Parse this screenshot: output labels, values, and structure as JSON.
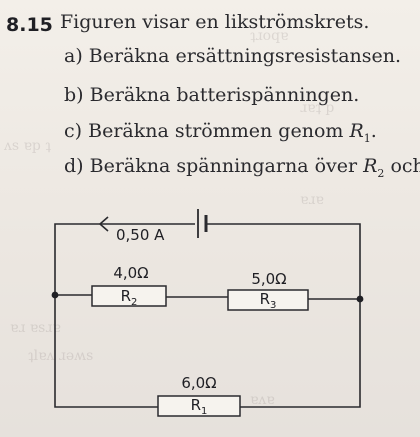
{
  "problem": {
    "number": "8.15",
    "intro": "Figuren visar en likströmskrets.",
    "tasks": [
      {
        "letter": "a)",
        "text": "Beräkna ersättningsresistansen."
      },
      {
        "letter": "b)",
        "text": "Beräkna batterispänningen."
      },
      {
        "letter": "c)",
        "text": "Beräkna strömmen genom ",
        "symbol": "R",
        "sub": "1",
        "tail": "."
      },
      {
        "letter": "d)",
        "text": "Beräkna spänningarna över ",
        "symbol": "R",
        "sub": "2",
        "tail": " och"
      }
    ]
  },
  "circuit": {
    "current_label": "0,50 A",
    "resistors": [
      {
        "value": "4,0Ω",
        "symbol": "R",
        "sub": "2"
      },
      {
        "value": "5,0Ω",
        "symbol": "R",
        "sub": "3"
      },
      {
        "value": "6,0Ω",
        "symbol": "R",
        "sub": "1"
      }
    ]
  }
}
